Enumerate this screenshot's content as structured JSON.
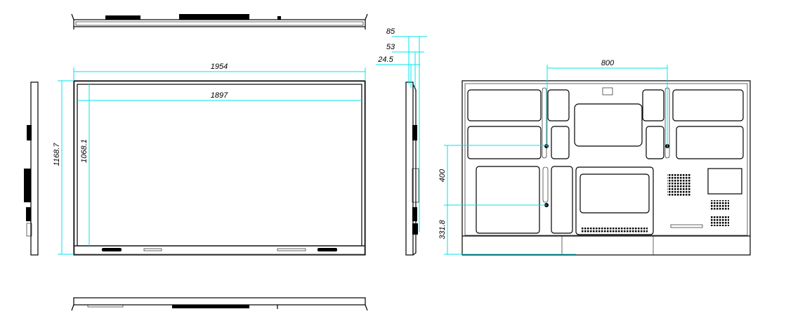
{
  "dimensions": {
    "overall_width": "1954",
    "active_width": "1897",
    "overall_height": "1168.7",
    "active_height": "1068.1",
    "depth_total": "85",
    "depth_mid": "53",
    "depth_thin": "24.5",
    "vesa_horizontal": "800",
    "vesa_vertical": "400",
    "vesa_bottom_offset": "331.8"
  },
  "colors": {
    "dimension_line": "#00e5ee",
    "outline": "#000000"
  }
}
